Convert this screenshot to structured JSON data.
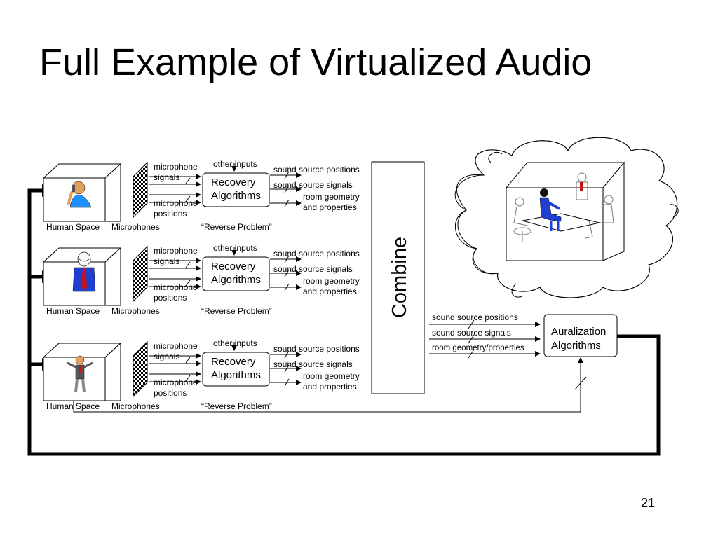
{
  "slide": {
    "title": "Full Example of Virtualized Audio",
    "page_number": "21"
  },
  "rows": [
    {
      "space_label": "Human Space",
      "mic_label": "Microphones",
      "problem_label": "“Reverse Problem”",
      "mic_signals": [
        "microphone",
        "signals"
      ],
      "mic_positions": [
        "microphone",
        "positions"
      ],
      "other_inputs": "other inputs",
      "recovery": [
        "Recovery",
        "Algorithms"
      ],
      "out_positions": "sound source positions",
      "out_signals": "sound source signals",
      "out_room": [
        "room geometry",
        "and properties"
      ]
    },
    {
      "space_label": "Human Space",
      "mic_label": "Microphones",
      "problem_label": "“Reverse Problem”",
      "mic_signals": [
        "microphone",
        "signals"
      ],
      "mic_positions": [
        "microphone",
        "positions"
      ],
      "other_inputs": "other inputs",
      "recovery": [
        "Recovery",
        "Algorithms"
      ],
      "out_positions": "sound source positions",
      "out_signals": "sound source signals",
      "out_room": [
        "room geometry",
        "and properties"
      ]
    },
    {
      "space_label": "Human Space",
      "mic_label": "Microphones",
      "problem_label": "“Reverse Problem”",
      "mic_signals": [
        "microphone",
        "signals"
      ],
      "mic_positions": [
        "microphone",
        "positions"
      ],
      "other_inputs": "other inputs",
      "recovery": [
        "Recovery",
        "Algorithms"
      ],
      "out_positions": "sound source positions",
      "out_signals": "sound source signals",
      "out_room": [
        "room geometry",
        "and properties"
      ]
    }
  ],
  "combine": {
    "label": "Combine"
  },
  "combined_outputs": {
    "positions": "sound source positions",
    "signals": "sound source signals",
    "room": "room geometry/properties"
  },
  "auralization": {
    "label": [
      "Auralization",
      "Algorithms"
    ]
  },
  "colors": {
    "line": "#000000",
    "shirt_blue": "#1e3fd0",
    "skin": "#e0a060",
    "tie_red": "#cc1111"
  }
}
